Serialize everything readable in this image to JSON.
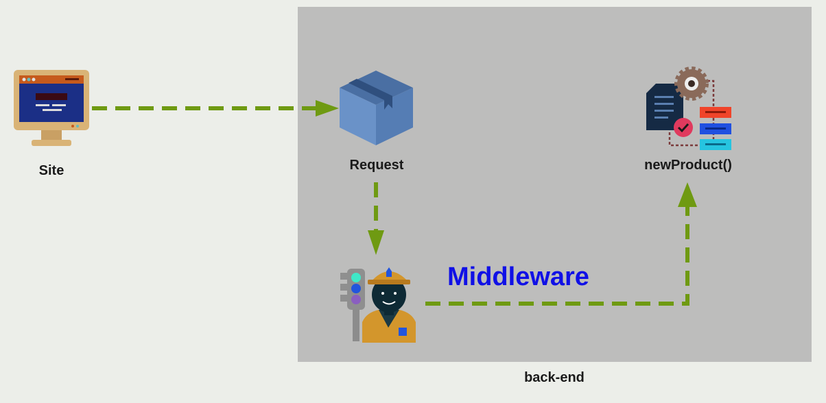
{
  "labels": {
    "site": "Site",
    "request": "Request",
    "new_product": "newProduct()",
    "middleware": "Middleware",
    "backend": "back-end"
  },
  "colors": {
    "arrow": "#6f9a12",
    "middleware_text": "#1010e6",
    "panel": "#bdbdbc",
    "background": "#eceee9"
  },
  "icons": {
    "site": "computer-monitor-icon",
    "request": "package-box-icon",
    "middleware": "traffic-police-icon",
    "new_product": "document-gear-workflow-icon"
  }
}
